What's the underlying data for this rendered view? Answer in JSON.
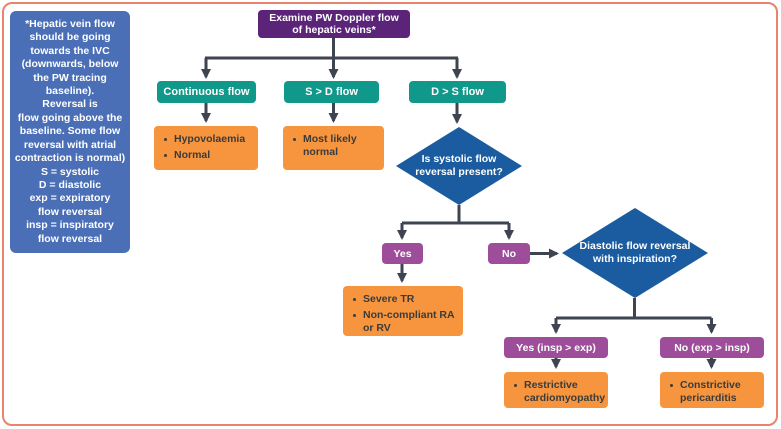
{
  "note": {
    "text": "*Hepatic vein flow\nshould be going\ntowards the IVC\n(downwards, below\nthe PW tracing\nbaseline).\nReversal is\nflow going above the\nbaseline. Some flow\nreversal with atrial\ncontraction is normal)\nS = systolic\nD = diastolic\nexp = expiratory\nflow reversal\ninsp = inspiratory\nflow reversal"
  },
  "root": {
    "label": "Examine PW Doppler flow\nof hepatic veins*"
  },
  "branches": [
    {
      "label": "Continuous flow",
      "outcomes": [
        "Hypovolaemia",
        "Normal"
      ]
    },
    {
      "label": "S > D flow",
      "outcomes": [
        "Most likely normal"
      ]
    },
    {
      "label": "D > S flow",
      "outcomes": []
    }
  ],
  "decision_systolic": {
    "question": "Is systolic flow\nreversal present?",
    "yes_label": "Yes",
    "no_label": "No",
    "yes_outcomes": [
      "Severe TR",
      "Non-compliant RA or RV"
    ]
  },
  "decision_diastolic": {
    "question": "Diastolic flow reversal\nwith inspiration?",
    "yes_label": "Yes (insp > exp)",
    "no_label": "No (exp > insp)",
    "yes_outcomes": [
      "Restrictive cardiomyopathy"
    ],
    "no_outcomes": [
      "Constrictive pericarditis"
    ]
  },
  "colors": {
    "frame_border": "#E8836C",
    "note_bg": "#4A6FB7",
    "root_bg": "#5B2478",
    "branch_bg": "#10988A",
    "outcome_bg": "#F6953E",
    "decision_bg": "#1A5C9F",
    "yes_no_bg": "#9E4D9B",
    "connector": "#3E4450"
  }
}
